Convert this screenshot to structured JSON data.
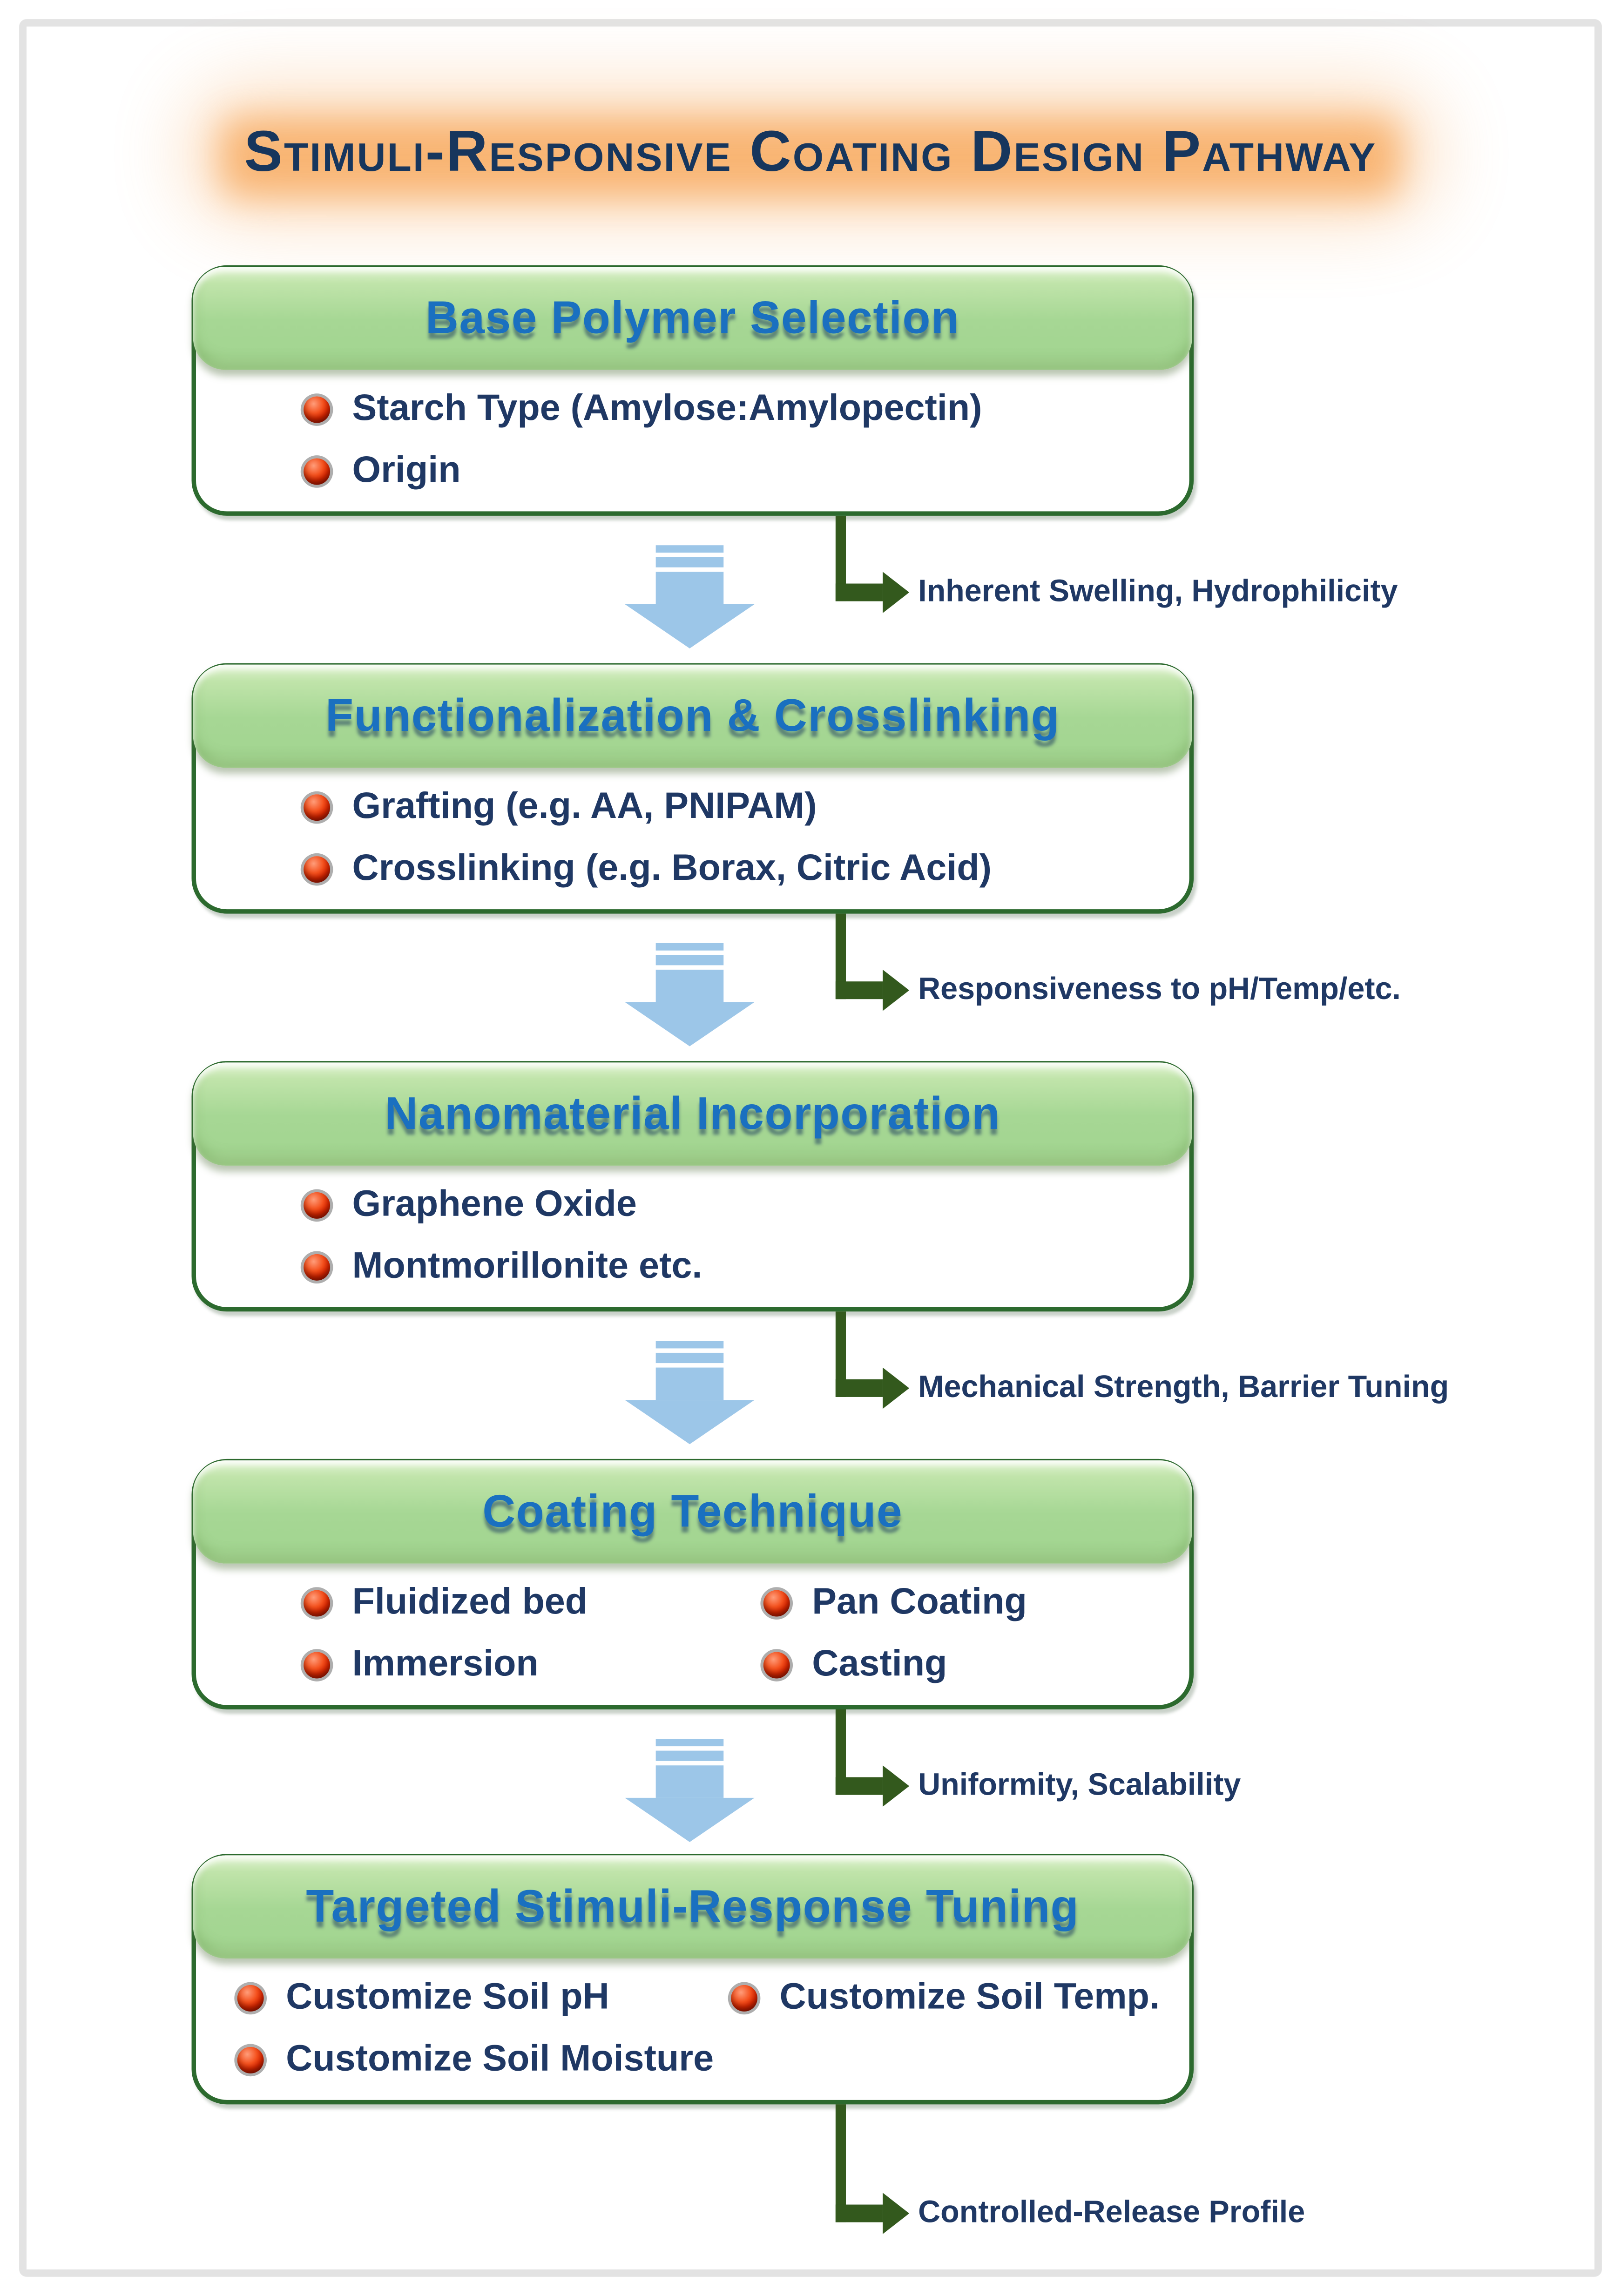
{
  "title": "Stimuli-Responsive Coating Design Pathway",
  "steps": [
    {
      "title": "Base Polymer Selection",
      "bullets": [
        "Starch Type (Amylose:Amylopectin)",
        "Origin"
      ],
      "outcome": "Inherent Swelling, Hydrophilicity"
    },
    {
      "title": "Functionalization & Crosslinking",
      "bullets": [
        "Grafting (e.g. AA, PNIPAM)",
        "Crosslinking (e.g. Borax, Citric Acid)"
      ],
      "outcome": "Responsiveness to pH/Temp/etc."
    },
    {
      "title": "Nanomaterial Incorporation",
      "bullets": [
        "Graphene Oxide",
        "Montmorillonite etc."
      ],
      "outcome": "Mechanical Strength, Barrier Tuning"
    },
    {
      "title": "Coating Technique",
      "bullets": [
        "Fluidized bed",
        "Pan Coating",
        "Immersion",
        "Casting"
      ],
      "outcome": "Uniformity, Scalability"
    },
    {
      "title": "Targeted Stimuli-Response Tuning",
      "bullets": [
        "Customize Soil pH",
        "Customize Soil Temp.",
        "Customize Soil Moisture"
      ],
      "outcome": "Controlled-Release Profile"
    }
  ],
  "colors": {
    "header_green": "#a6d794",
    "box_border_green": "#2c6a2e",
    "connector_green": "#33591d",
    "arrow_blue": "#9cc6e8",
    "bullet_red": "#d92600",
    "title_navy": "#17365d",
    "text_navy": "#1f3864",
    "header_text_blue": "#1a70c0",
    "glow_orange": "#f6993f",
    "page_frame_gray": "#e3e3e3"
  }
}
